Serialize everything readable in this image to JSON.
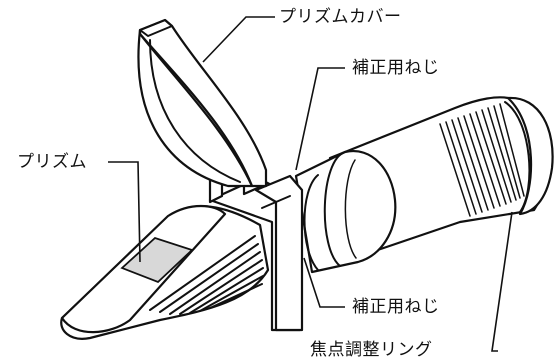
{
  "labels": {
    "prism_cover": "プリズムカバー",
    "correction_screw_top": "補正用ねじ",
    "prism": "プリズム",
    "correction_screw_bottom": "補正用ねじ",
    "focus_ring": "焦点調整リング"
  }
}
